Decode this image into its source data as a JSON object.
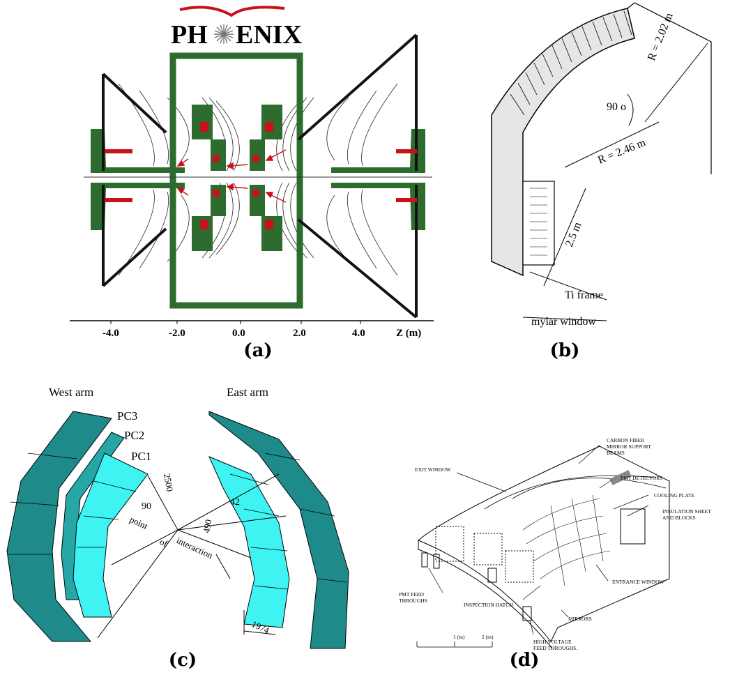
{
  "panel_a": {
    "logo_text_left": "PH",
    "logo_text_right": "ENIX",
    "axis_ticks": [
      "-4.0",
      "-2.0",
      "0.0",
      "2.0",
      "4.0"
    ],
    "axis_label": "Z (m)",
    "caption": "(a)"
  },
  "panel_b": {
    "r_inner": "R = 2.02 m",
    "r_outer": "R = 2.46 m",
    "angle": "90 o",
    "height": "2.5 m",
    "frame_label": "Ti  frame",
    "window_label": "mylar window",
    "caption": "(b)"
  },
  "panel_c": {
    "west_arm": "West arm",
    "east_arm": "East arm",
    "pc3": "PC3",
    "pc2": "PC2",
    "pc1": "PC1",
    "dim_2500": "2500",
    "angle_90": "90",
    "angle_42": "42",
    "dim_490": "490",
    "dim_1974": "1974",
    "point": "point",
    "of": "of",
    "interaction": "interaction",
    "caption": "(c)"
  },
  "panel_d": {
    "exit_window": "EXIT WINDOW",
    "carbon_fiber_1": "CARBON FIBER",
    "carbon_fiber_2": "MIRROR SUPPORT",
    "carbon_fiber_3": "BEAMS",
    "pmt_detectors": "PMT DETECTORS",
    "cooling_plate": "COOLING PLATE",
    "insulation_1": "INSULATION SHEET",
    "insulation_2": "AND BLOCKS",
    "pmt_feed_1": "PMT FEED",
    "pmt_feed_2": "THROUGHS",
    "inspection_hatch": "INSPECTION HATCH",
    "entrance_window": "ENTRANCE WINDOW",
    "mirrors": "MIRRORS",
    "hv_1": "HIGH VOLTAGE",
    "hv_2": "FEED THROUGHS.",
    "scale_1": "1 (m)",
    "scale_2": "2 (m)",
    "caption": "(d)"
  },
  "colors": {
    "magnet_green": "#2e6b2e",
    "coil_red": "#c8121a",
    "teal_dark": "#1f8a8a",
    "teal_mid": "#26a6a6",
    "cyan_light": "#3ff3f3"
  }
}
